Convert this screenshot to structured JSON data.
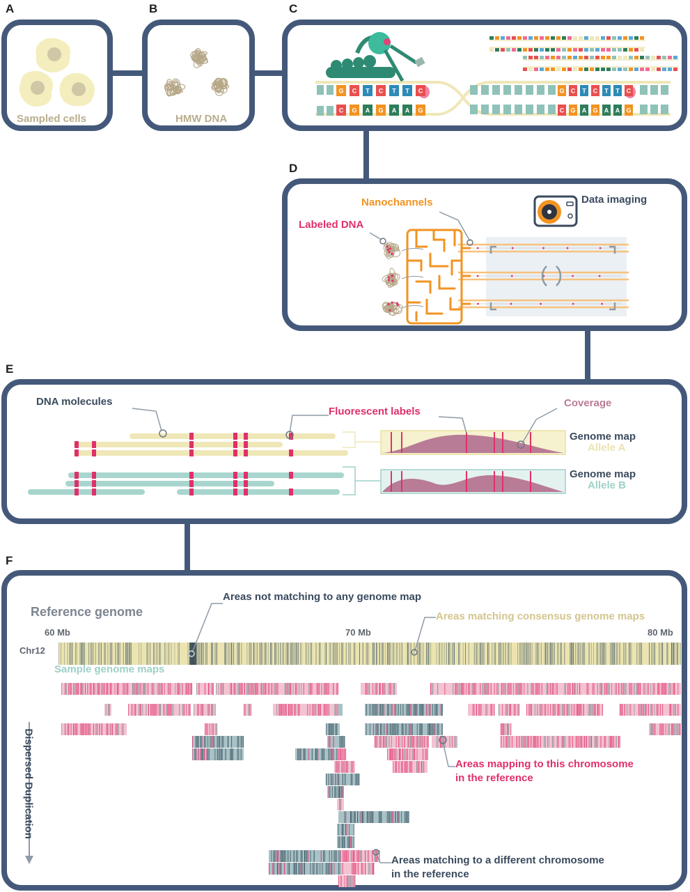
{
  "panel_labels": {
    "a": "A",
    "b": "B",
    "c": "C",
    "d": "D",
    "e": "E",
    "f": "F"
  },
  "panel_a": {
    "caption": "Sampled cells"
  },
  "panel_b": {
    "caption": "HMW DNA"
  },
  "panel_c": {
    "strand_top": [
      "G",
      "C",
      "T",
      "C",
      "T",
      "T",
      "C"
    ],
    "strand_bottom": [
      "C",
      "G",
      "A",
      "G",
      "A",
      "A",
      "G"
    ]
  },
  "panel_d": {
    "nanochannels": "Nanochannels",
    "labeled_dna": "Labeled DNA",
    "data_imaging": "Data imaging"
  },
  "panel_e": {
    "dna_molecules": "DNA molecules",
    "fluorescent_labels": "Fluorescent labels",
    "coverage": "Coverage",
    "genome_map_a": "Genome map",
    "allele_a": "Allele A",
    "genome_map_b": "Genome map",
    "allele_b": "Allele B"
  },
  "panel_f": {
    "reference_genome": "Reference genome",
    "chr": "Chr12",
    "tick_60": "60 Mb",
    "tick_70": "70 Mb",
    "tick_80": "80 Mb",
    "not_matching": "Areas not matching to any genome map",
    "matching_consensus": "Areas matching consensus genome maps",
    "sample_maps": "Sample genome maps",
    "dispersed_duplication": "Dispersed Duplication",
    "mapping_this_1": "Areas mapping to this chromosome",
    "mapping_this_2": "in the reference",
    "diff_chrom_1": "Areas matching to a different chromosome",
    "diff_chrom_2": "in the reference"
  },
  "colors": {
    "frame": "#44597a",
    "cream": "#efe7b8",
    "teal": "#9fd0c8",
    "magenta": "#e0306a",
    "orange": "#f29322",
    "dark_slate": "#3a5566",
    "coverage": "#b87c96",
    "dna_brown": "#b6a788"
  }
}
